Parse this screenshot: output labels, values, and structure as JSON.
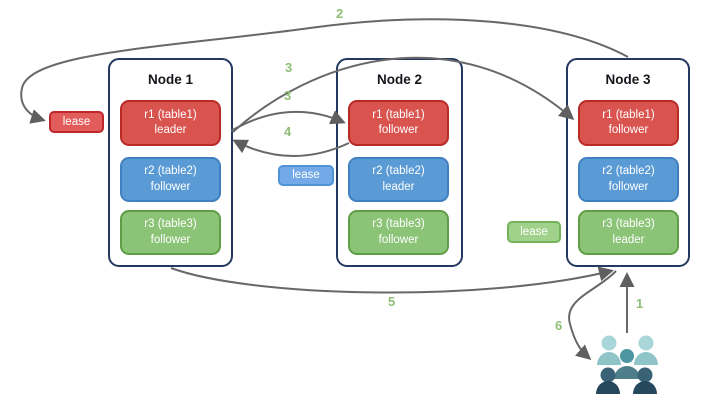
{
  "diagram": {
    "nodes": [
      {
        "title": "Node 1",
        "replicas": [
          {
            "label": "r1 (table1)",
            "role": "leader",
            "color": "#d9534f"
          },
          {
            "label": "r2 (table2)",
            "role": "follower",
            "color": "#5b9bd5"
          },
          {
            "label": "r3 (table3)",
            "role": "follower",
            "color": "#8cc477"
          }
        ]
      },
      {
        "title": "Node 2",
        "replicas": [
          {
            "label": "r1 (table1)",
            "role": "follower",
            "color": "#d9534f"
          },
          {
            "label": "r2 (table2)",
            "role": "leader",
            "color": "#5b9bd5"
          },
          {
            "label": "r3 (table3)",
            "role": "follower",
            "color": "#8cc477"
          }
        ]
      },
      {
        "title": "Node 3",
        "replicas": [
          {
            "label": "r1 (table1)",
            "role": "follower",
            "color": "#d9534f"
          },
          {
            "label": "r2 (table2)",
            "role": "follower",
            "color": "#5b9bd5"
          },
          {
            "label": "r3 (table3)",
            "role": "leader",
            "color": "#8cc477"
          }
        ]
      }
    ],
    "leases": [
      {
        "label": "lease",
        "color": "#e25c5c"
      },
      {
        "label": "lease",
        "color": "#73a9e6"
      },
      {
        "label": "lease",
        "color": "#a0d28b"
      }
    ],
    "steps": {
      "s1": "1",
      "s2": "2",
      "s3a": "3",
      "s3b": "3",
      "s4": "4",
      "s5": "5",
      "s6": "6"
    },
    "icons": {
      "users": "users-icon"
    }
  },
  "colors": {
    "arrow": "#686868",
    "step_number": "#8fbf75",
    "node_border": "#24395f",
    "replica_red": "#d9534f",
    "replica_blue": "#5b9bd5",
    "replica_green": "#8cc477",
    "users_light": "#9bcdd1",
    "users_medium": "#4f96a0",
    "users_dark": "#26485c"
  }
}
